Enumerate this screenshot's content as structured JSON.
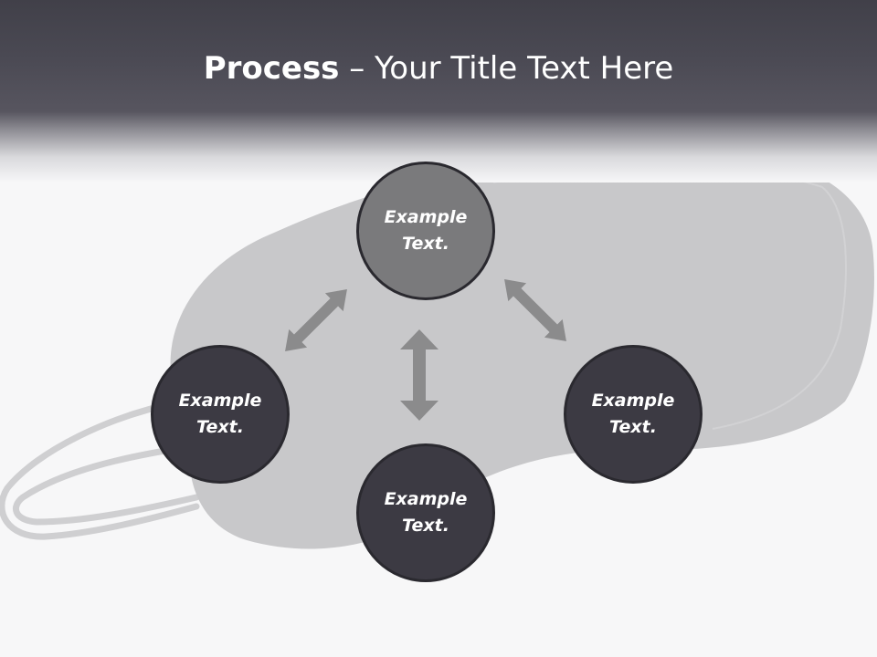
{
  "title": {
    "bold": "Process",
    "rest": " – Your Title Text Here"
  },
  "colors": {
    "header": "#4a4953",
    "node_dark": "#3c3a43",
    "node_highlight": "#7a7a7c",
    "arrow": "#8b8b8c",
    "mask": "#c6c6c8"
  },
  "nodes": {
    "top": "Example\nText.",
    "left": "Example\nText.",
    "right": "Example\nText.",
    "bottom": "Example\nText."
  },
  "background_image": "sleep-mask-photo"
}
